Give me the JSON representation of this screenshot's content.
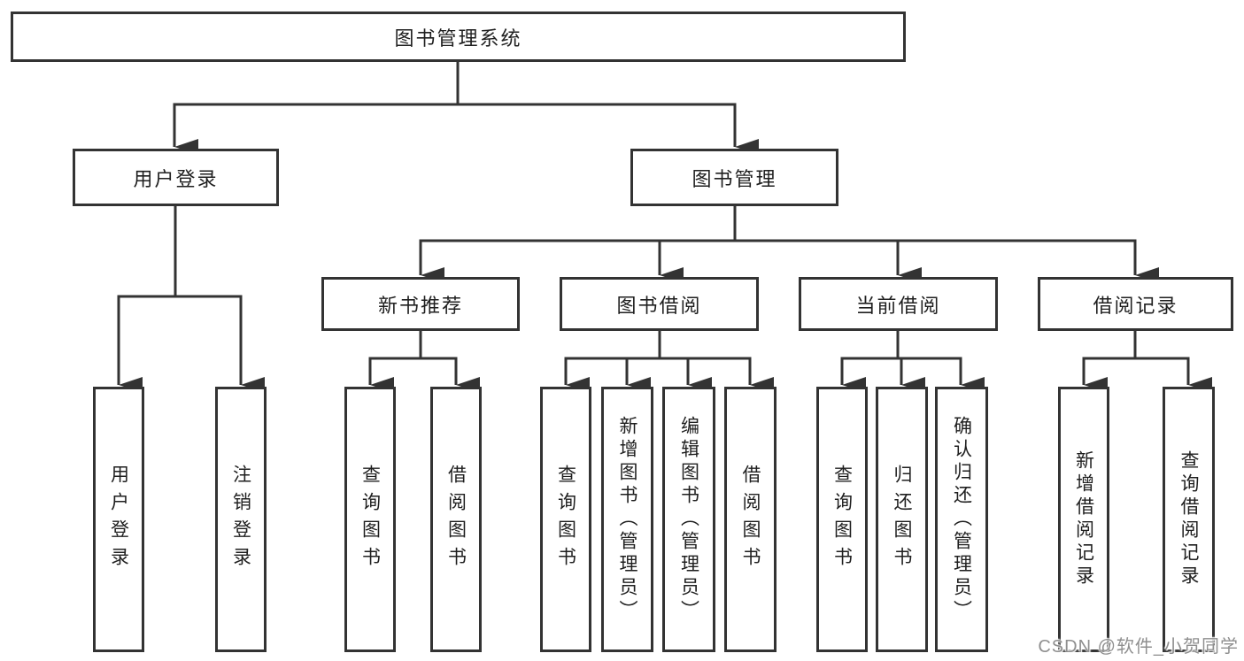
{
  "diagram": {
    "root": {
      "label": "图书管理系统"
    },
    "branches": [
      {
        "label": "用户登录",
        "children": [
          {
            "label": "用户登录"
          },
          {
            "label": "注销登录"
          }
        ]
      },
      {
        "label": "图书管理",
        "children": [
          {
            "label": "新书推荐",
            "children": [
              {
                "label": "查询图书"
              },
              {
                "label": "借阅图书"
              }
            ]
          },
          {
            "label": "图书借阅",
            "children": [
              {
                "label": "查询图书"
              },
              {
                "label": "新增图书（管理员）"
              },
              {
                "label": "编辑图书（管理员）"
              },
              {
                "label": "借阅图书"
              }
            ]
          },
          {
            "label": "当前借阅",
            "children": [
              {
                "label": "查询图书"
              },
              {
                "label": "归还图书"
              },
              {
                "label": "确认归还（管理员）"
              }
            ]
          },
          {
            "label": "借阅记录",
            "children": [
              {
                "label": "新增借阅记录"
              },
              {
                "label": "查询借阅记录"
              }
            ]
          }
        ]
      }
    ]
  },
  "watermark": {
    "text": "CSDN @软件_小贺同学"
  },
  "colors": {
    "background": "#ffffff",
    "box_border": "#333333",
    "connector_line": "#333333",
    "text": "#1f1f1f",
    "watermark_text": "#8f8f8f"
  }
}
